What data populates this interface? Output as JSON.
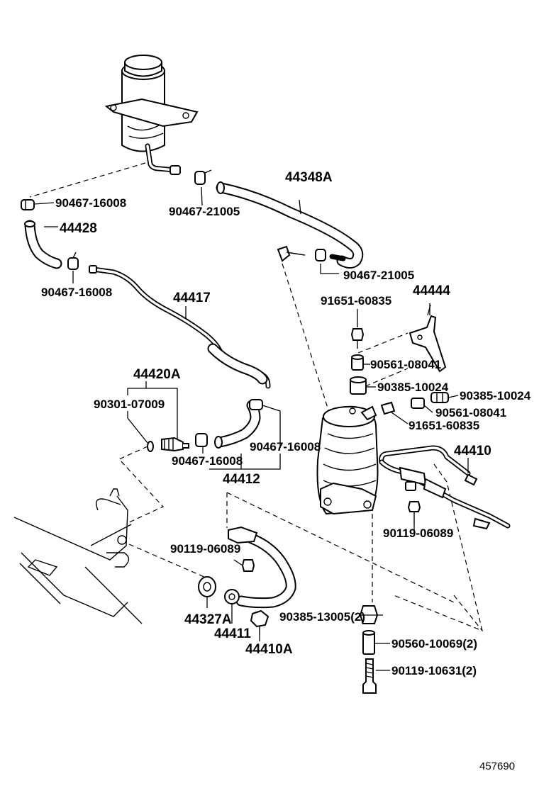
{
  "diagram": {
    "reference_number": "457690",
    "labels": {
      "p44348A": "44348A",
      "p90467_16008_a": "90467-16008",
      "p90467_21005_a": "90467-21005",
      "p44428": "44428",
      "p90467_21005_b": "90467-21005",
      "p90467_16008_b": "90467-16008",
      "p44417": "44417",
      "p91651_60835_a": "91651-60835",
      "p44444": "44444",
      "p44420A": "44420A",
      "p90561_08041_a": "90561-08041",
      "p90385_10024_a": "90385-10024",
      "p90385_10024_b": "90385-10024",
      "p90301_07009": "90301-07009",
      "p90561_08041_b": "90561-08041",
      "p91651_60835_b": "91651-60835",
      "p90467_16008_c": "90467-16008",
      "p90467_16008_d": "90467-16008",
      "p44410": "44410",
      "p44412": "44412",
      "p90119_06089_a": "90119-06089",
      "p90119_06089_b": "90119-06089",
      "p44327A": "44327A",
      "p44411": "44411",
      "p90385_13005": "90385-13005(2)",
      "p44410A": "44410A",
      "p90560_10069": "90560-10069(2)",
      "p90119_10631": "90119-10631(2)"
    }
  }
}
